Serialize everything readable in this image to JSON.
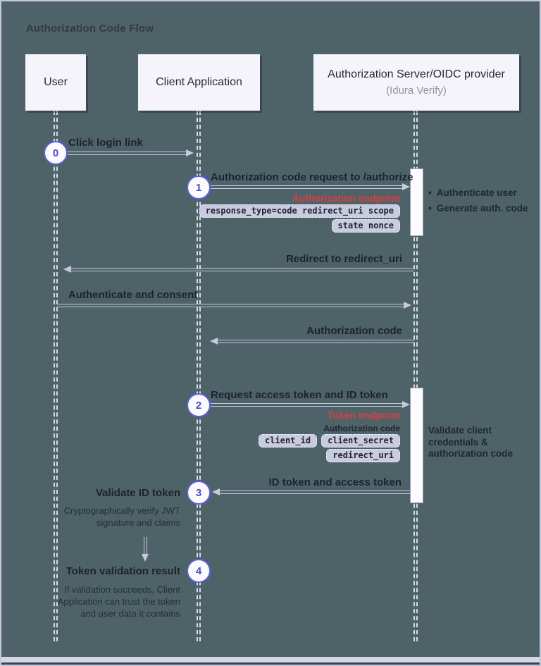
{
  "title": "Authorization Code Flow",
  "colors": {
    "background": "#4d6367",
    "frame_border": "#c6c8de",
    "accent_indigo": "#5d5ced",
    "endpoint_red": "#e23c3c",
    "pill_bg": "#c9cce0",
    "actor_bg": "#f4f4fa",
    "arrow": "#c7cade"
  },
  "bullet_glyph": "•",
  "actors": {
    "user": {
      "label": "User"
    },
    "client": {
      "label": "Client Application"
    },
    "server": {
      "label": "Authorization Server/OIDC provider",
      "sublabel": "(Idura Verify)"
    }
  },
  "steps": {
    "s0": {
      "num": "0",
      "label": "Click login link"
    },
    "s1": {
      "num": "1",
      "label": "Authorization code request to /authorize",
      "endpoint": "Authorization endpoint",
      "param_rows": [
        "response_type=code redirect_uri scope",
        "state nonce"
      ],
      "server_actions": [
        "Authenticate user",
        "Generate auth. code"
      ]
    },
    "m_redirect": {
      "label": "Redirect to redirect_uri"
    },
    "m_authenticate": {
      "label": "Authenticate and consent"
    },
    "m_authcode": {
      "label": "Authorization code"
    },
    "s2": {
      "num": "2",
      "label": "Request access token and ID token",
      "endpoint": "Token endpoint",
      "param_heading": "Authorization code",
      "param_rows": [
        [
          "client_id",
          "client_secret"
        ],
        [
          "redirect_uri"
        ]
      ],
      "server_note": "Validate client credentials & authorization code"
    },
    "s3": {
      "num": "3",
      "label": "ID token and access token",
      "client_action": "Validate ID token",
      "client_note": "Cryptographically verify JWT signature and claims"
    },
    "s4": {
      "num": "4",
      "label": "Token validation result",
      "client_note": "If validation succeeds, Client Application can trust the token and user data it contains"
    }
  }
}
